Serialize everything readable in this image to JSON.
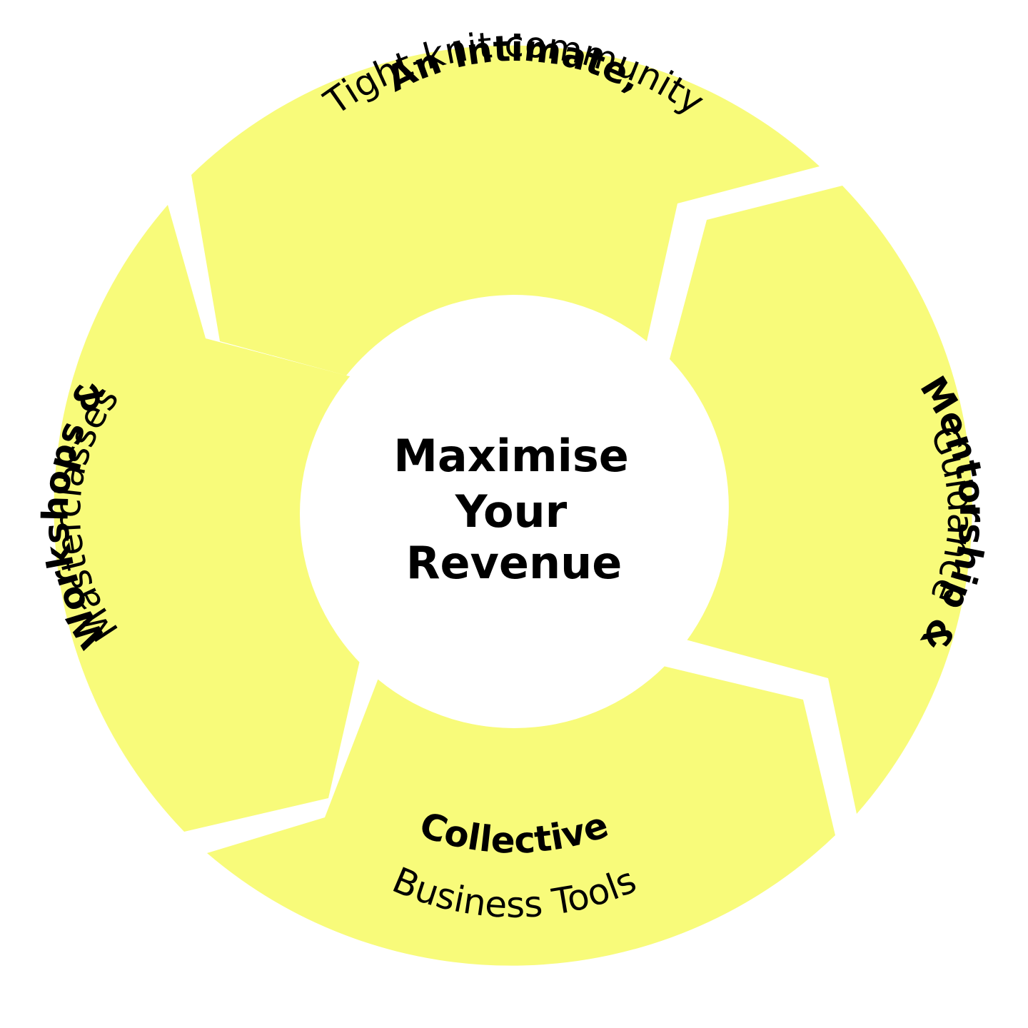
{
  "colors": {
    "segment_fill": "#f8fb7a",
    "center_fill": "#ffffff",
    "text": "#000000"
  },
  "center": {
    "line1": "Maximise",
    "line2": "Your",
    "line3": "Revenue"
  },
  "segments": [
    {
      "bold": "An Intimate,",
      "light": "Tight-knit community"
    },
    {
      "bold": "Mentorship &",
      "light": "Guidance"
    },
    {
      "bold": "Collective",
      "light": "Business Tools"
    },
    {
      "bold": "Workshops &",
      "light": "Masterclasses"
    }
  ]
}
